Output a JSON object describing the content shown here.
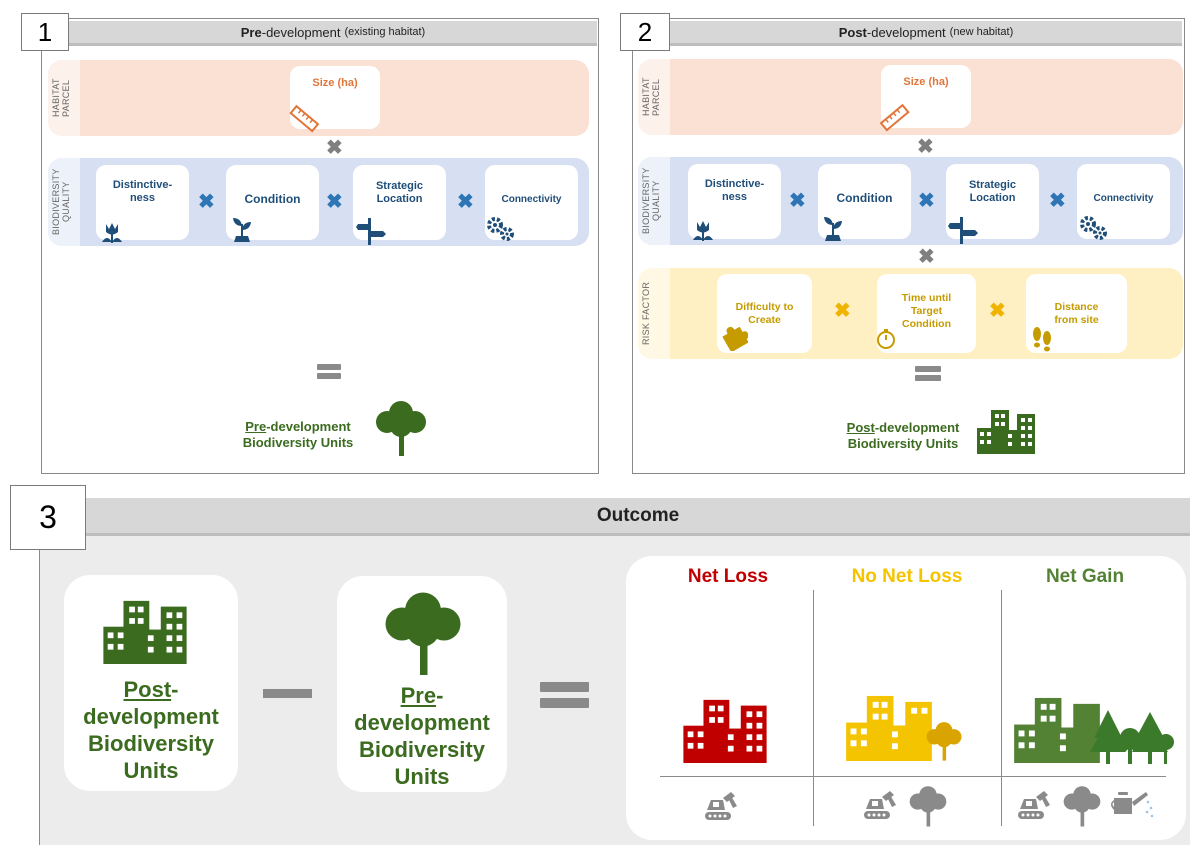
{
  "panel1": {
    "number": "1",
    "title_bold": "Pre",
    "title_rest": "-development",
    "title_small": "(existing habitat)",
    "habitat_label": "HABITAT PARCEL",
    "size_label": "Size (ha)",
    "quality_label": "BIODIVERSITY QUALITY",
    "quality_cards": [
      "Distinctive-ness",
      "Condition",
      "Strategic Location",
      "Connectivity"
    ],
    "result_bold": "Pre",
    "result_rest": "-development",
    "result_line2": "Biodiversity Units"
  },
  "panel2": {
    "number": "2",
    "title_bold": "Post",
    "title_rest": "-development",
    "title_small": "(new habitat)",
    "habitat_label": "HABITAT PARCEL",
    "size_label": "Size (ha)",
    "quality_label": "BIODIVERSITY QUALITY",
    "quality_cards": [
      "Distinctive-ness",
      "Condition",
      "Strategic Location",
      "Connectivity"
    ],
    "risk_label": "RISK FACTOR",
    "risk_cards": [
      "Difficulty to Create",
      "Time until Target Condition",
      "Distance from site"
    ],
    "result_bold": "Post",
    "result_rest": "-development",
    "result_line2": "Biodiversity Units"
  },
  "panel3": {
    "number": "3",
    "title": "Outcome",
    "post_bold": "Post",
    "post_rest": "-",
    "post_lines": [
      "development",
      "Biodiversity",
      "Units"
    ],
    "pre_bold": "Pre",
    "pre_rest": "-",
    "pre_lines": [
      "development",
      "Biodiversity",
      "Units"
    ],
    "columns": [
      {
        "label": "Net Loss",
        "color": "#c00000"
      },
      {
        "label": "No Net Loss",
        "color": "#f5c400"
      },
      {
        "label": "Net Gain",
        "color": "#548235"
      }
    ]
  },
  "colors": {
    "habitat_band": "#fbe1d3",
    "quality_band": "#d7e0f2",
    "risk_band": "#fff0c4",
    "dark_green": "#3b6b1f",
    "blue_x": "#2e75b6",
    "grey_x": "#7f7f7f",
    "gold_x": "#f0b400"
  },
  "icons": [
    "ruler-icon",
    "tulip-icon",
    "seedling-icon",
    "signpost-icon",
    "gears-icon",
    "puzzle-icon",
    "stopwatch-icon",
    "footprints-icon",
    "tree-icon",
    "buildings-icon",
    "excavator-icon",
    "watering-can-icon"
  ]
}
